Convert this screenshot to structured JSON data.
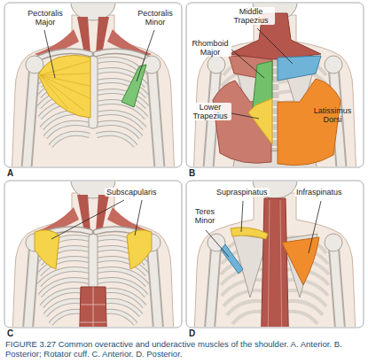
{
  "diagram": {
    "caption": "FIGURE 3.27 Common overactive and underactive muscles of the shoulder. A. Anterior. B. Posterior; Rotator cuff. C. Anterior. D. Posterior.",
    "labels": [
      "Pectoralis Major",
      "Pectoralis Minor",
      "A",
      "Middle Trapezius",
      "Rhomboid Major",
      "Lower Trapezius",
      "Latissimus Dorsi",
      "B",
      "Subscapularis",
      "C",
      "Supraspinatus",
      "Infraspinatus",
      "Teres Minor",
      "D"
    ]
  }
}
